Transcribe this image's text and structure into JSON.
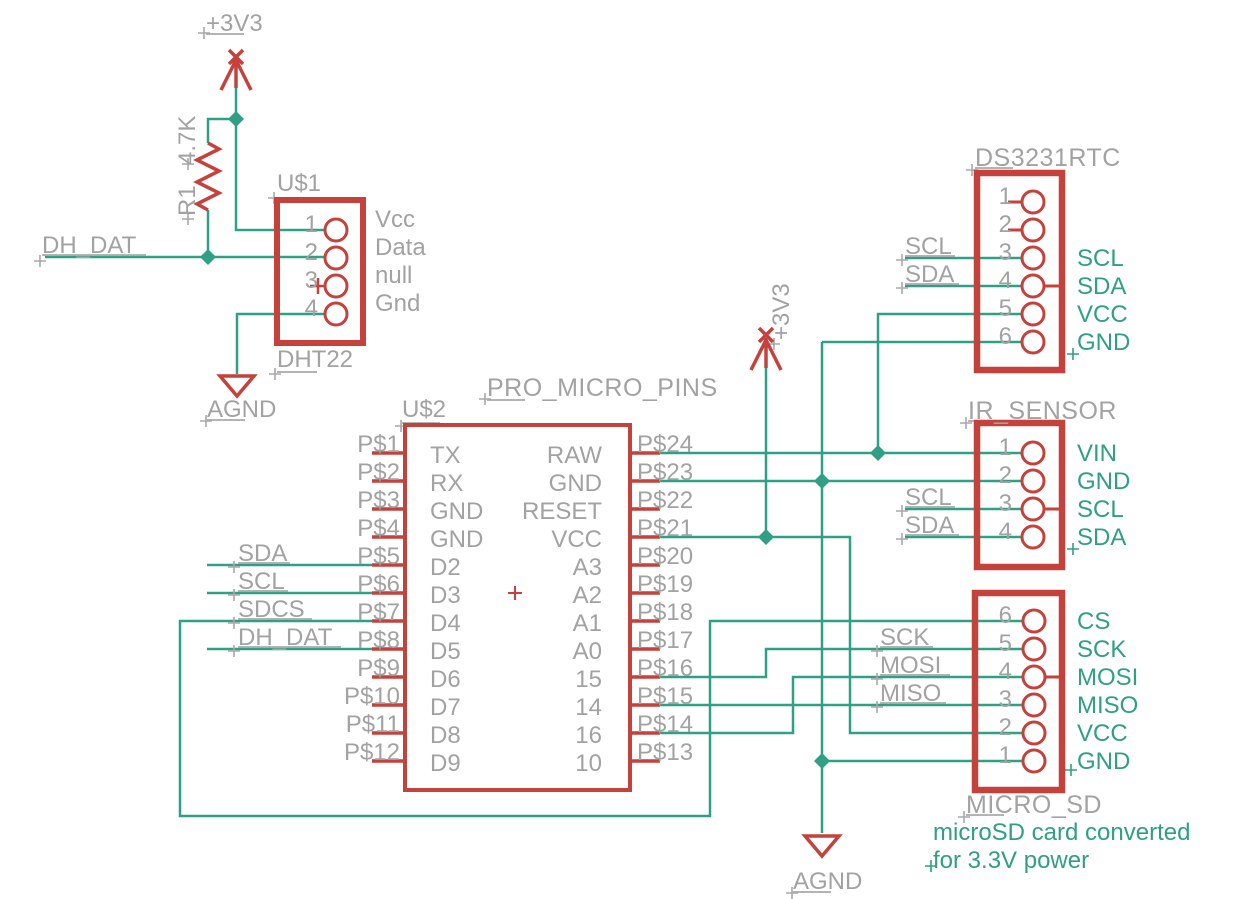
{
  "colors": {
    "wire_teal": "#2fa083",
    "component_red": "#c4423b",
    "label_gray": "#a2a2a2",
    "background": "#ffffff"
  },
  "power": {
    "rail_3v3_top": "+3V3",
    "rail_3v3_mid": "+3V3",
    "agnd_left": "AGND",
    "agnd_bottom": "AGND"
  },
  "resistor": {
    "name": "R1",
    "value": "4.7K"
  },
  "net_labels": {
    "dh_dat_top": "DH_DAT",
    "sda": "SDA",
    "scl": "SCL",
    "sdcs": "SDCS",
    "dh_dat": "DH_DAT",
    "rtc_scl": "SCL",
    "rtc_sda": "SDA",
    "ir_scl": "SCL",
    "ir_sda": "SDA",
    "sd_sck": "SCK",
    "sd_mosi": "MOSI",
    "sd_miso": "MISO"
  },
  "dht22": {
    "refdes": "U$1",
    "value": "DHT22",
    "pin_numbers": [
      "1",
      "2",
      "3",
      "4"
    ],
    "pin_labels": [
      "Vcc",
      "Data",
      "null",
      "Gnd"
    ]
  },
  "pro_micro": {
    "refdes": "U$2",
    "title": "PRO_MICRO_PINS",
    "left_pins": [
      [
        "P$1",
        "TX"
      ],
      [
        "P$2",
        "RX"
      ],
      [
        "P$3",
        "GND"
      ],
      [
        "P$4",
        "GND"
      ],
      [
        "P$5",
        "D2"
      ],
      [
        "P$6",
        "D3"
      ],
      [
        "P$7",
        "D4"
      ],
      [
        "P$8",
        "D5"
      ],
      [
        "P$9",
        "D6"
      ],
      [
        "P$10",
        "D7"
      ],
      [
        "P$11",
        "D8"
      ],
      [
        "P$12",
        "D9"
      ]
    ],
    "right_pins": [
      [
        "P$24",
        "RAW"
      ],
      [
        "P$23",
        "GND"
      ],
      [
        "P$22",
        "RESET"
      ],
      [
        "P$21",
        "VCC"
      ],
      [
        "P$20",
        "A3"
      ],
      [
        "P$19",
        "A2"
      ],
      [
        "P$18",
        "A1"
      ],
      [
        "P$17",
        "A0"
      ],
      [
        "P$16",
        "15"
      ],
      [
        "P$15",
        "14"
      ],
      [
        "P$14",
        "16"
      ],
      [
        "P$13",
        "10"
      ]
    ]
  },
  "rtc": {
    "title": "DS3231RTC",
    "pin_numbers": [
      "1",
      "2",
      "3",
      "4",
      "5",
      "6"
    ],
    "pin_labels": [
      "SCL",
      "SDA",
      "VCC",
      "GND"
    ]
  },
  "ir_sensor": {
    "title": "IR_SENSOR",
    "pin_numbers": [
      "1",
      "2",
      "3",
      "4"
    ],
    "pin_labels": [
      "VIN",
      "GND",
      "SCL",
      "SDA"
    ]
  },
  "micro_sd": {
    "title": "MICRO_SD",
    "pin_numbers": [
      "6",
      "5",
      "4",
      "3",
      "2",
      "1"
    ],
    "pin_labels": [
      "CS",
      "SCK",
      "MOSI",
      "MISO",
      "VCC",
      "GND"
    ],
    "note_line1": "microSD card converted",
    "note_line2": "for 3.3V power"
  }
}
